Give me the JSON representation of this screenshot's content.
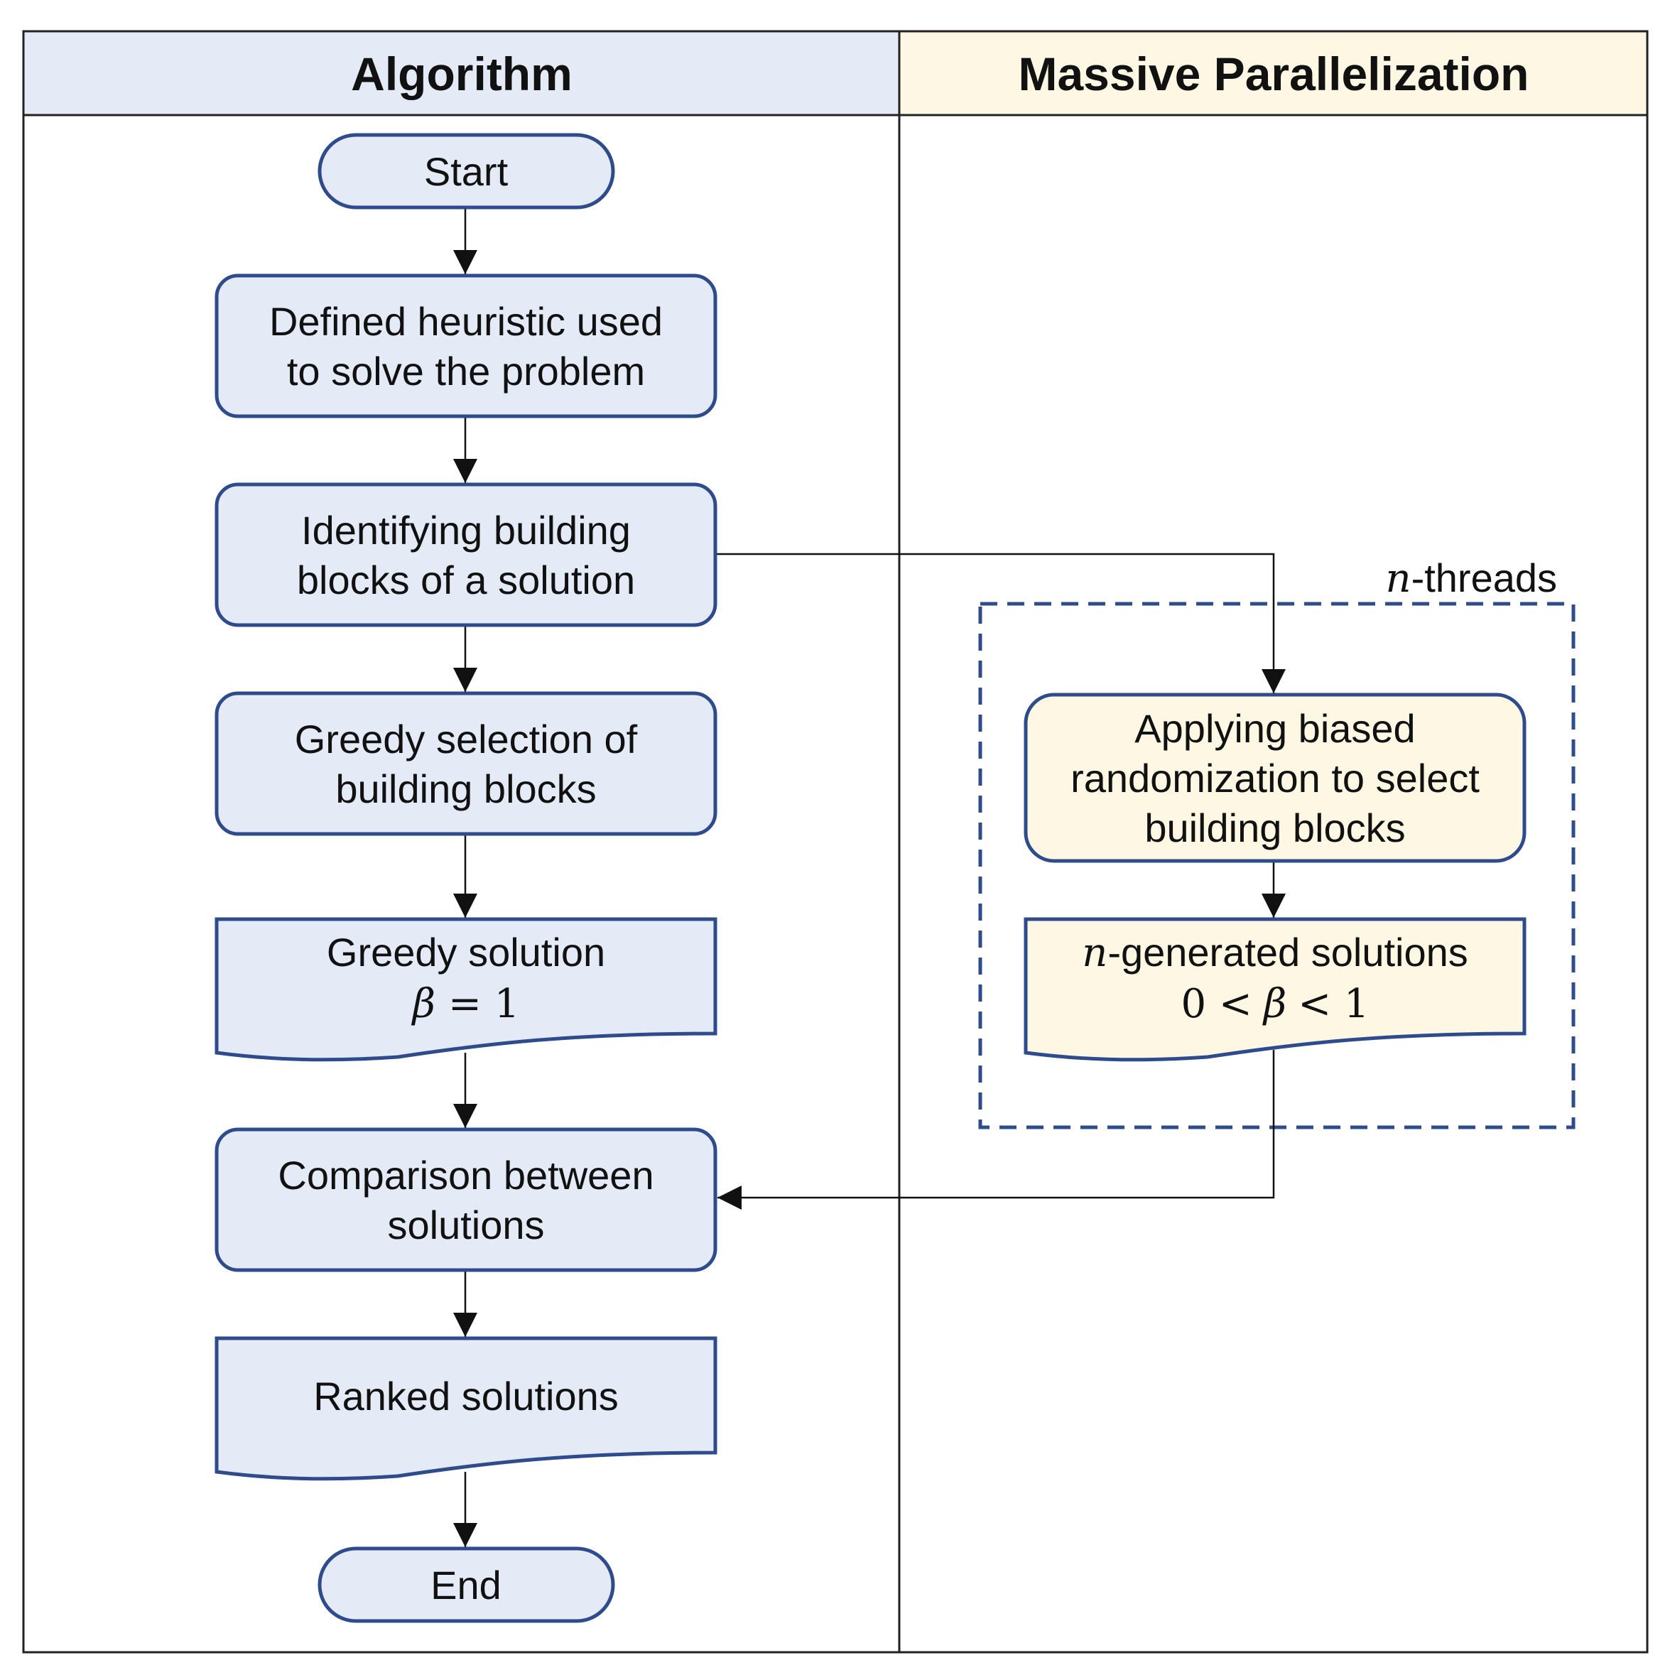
{
  "lanes": {
    "left": {
      "title": "Algorithm",
      "fill": "#e4eaf6"
    },
    "right": {
      "title": "Massive Parallelization",
      "fill": "#fdf7e3"
    }
  },
  "colors": {
    "node_stroke": "#2e4b8c",
    "left_node_fill": "#e4eaf6",
    "right_node_fill": "#fdf7e3",
    "frame": "#222222",
    "arrow": "#111111"
  },
  "nodes": {
    "start": "Start",
    "define_heuristic": [
      "Defined heuristic used",
      "to solve the problem"
    ],
    "identify_blocks": [
      "Identifying building",
      "blocks of a solution"
    ],
    "greedy_selection": [
      "Greedy selection of",
      "building blocks"
    ],
    "greedy_solution": {
      "line1": "Greedy solution",
      "beta": "β",
      "equals": "= 1"
    },
    "comparison": [
      "Comparison between",
      "solutions"
    ],
    "ranked": "Ranked solutions",
    "end": "End",
    "biased_randomization": [
      "Applying biased",
      "randomization to select",
      "building blocks"
    ],
    "generated_solutions": {
      "n": "n",
      "suffix": "-generated solutions",
      "range_left": "0 <",
      "beta": "β",
      "range_right": "< 1"
    }
  },
  "threads_label": {
    "n": "n",
    "suffix": "-threads"
  }
}
